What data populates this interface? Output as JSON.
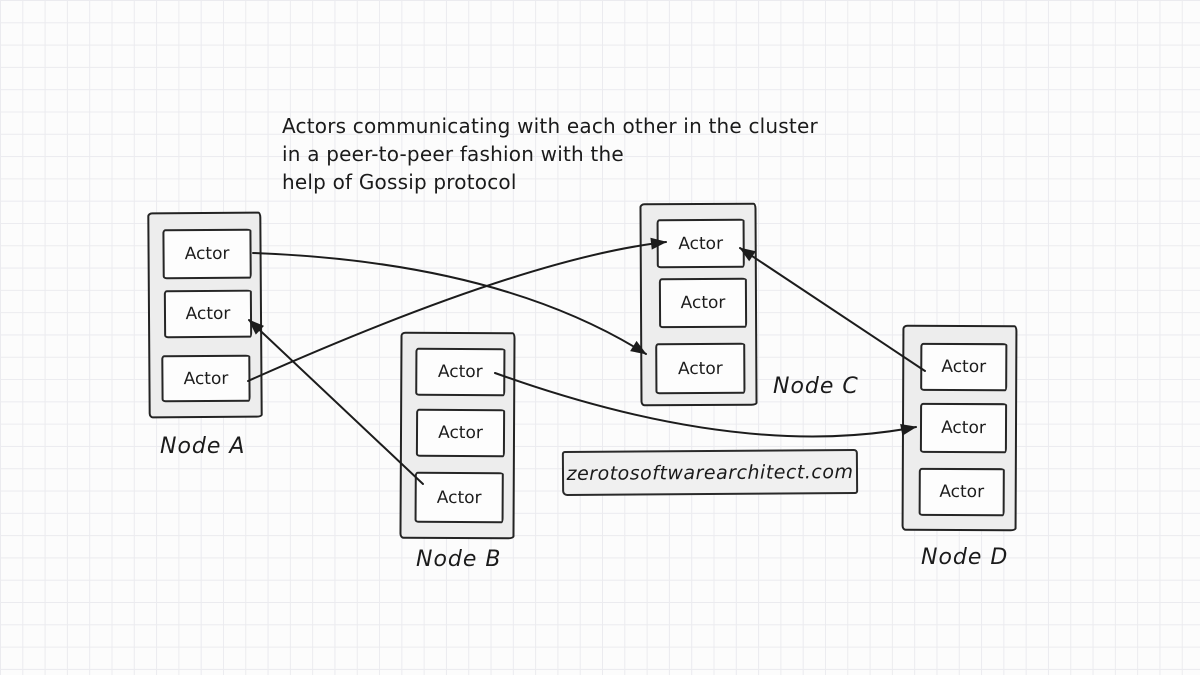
{
  "title": {
    "lines": [
      "Actors communicating with each other in the cluster",
      "in a peer-to-peer fashion with the",
      "help of Gossip protocol"
    ]
  },
  "nodes": [
    {
      "label": "Node A",
      "actors": [
        "Actor",
        "Actor",
        "Actor"
      ]
    },
    {
      "label": "Node B",
      "actors": [
        "Actor",
        "Actor",
        "Actor"
      ]
    },
    {
      "label": "Node C",
      "actors": [
        "Actor",
        "Actor",
        "Actor"
      ]
    },
    {
      "label": "Node D",
      "actors": [
        "Actor",
        "Actor",
        "Actor"
      ]
    }
  ],
  "edges": [
    {
      "from": "Node A / Actor 1",
      "to": "Node C / Actor 3"
    },
    {
      "from": "Node A / Actor 3",
      "to": "Node C / Actor 1"
    },
    {
      "from": "Node B / Actor 3",
      "to": "Node A / Actor 2"
    },
    {
      "from": "Node B / Actor 1",
      "to": "Node D / Actor 2"
    },
    {
      "from": "Node D / Actor 1",
      "to": "Node C / Actor 1"
    }
  ],
  "watermark": "zerotosoftwarearchitect.com",
  "colors": {
    "ink": "#1c1c1c",
    "node_fill": "#ededed",
    "actor_fill": "#fdfdfd",
    "grid": "#ebebef",
    "background": "#fcfcfc"
  }
}
